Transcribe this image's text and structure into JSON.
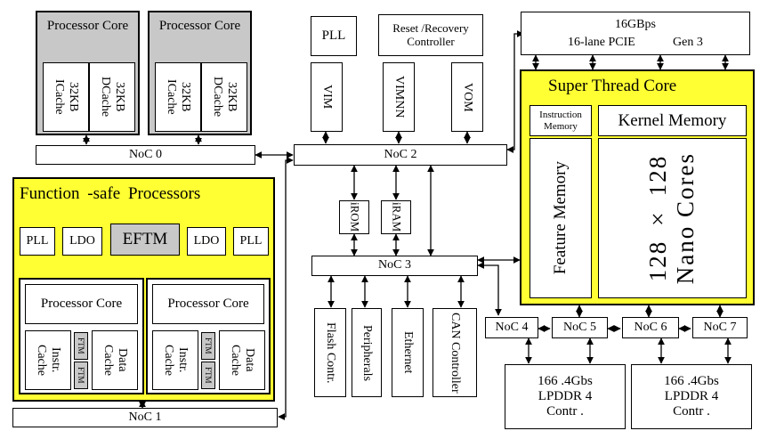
{
  "cpu": {
    "title": "Processor Core",
    "icache": "32KB ICache",
    "dcache": "32KB DCache"
  },
  "noc": {
    "n0": "NoC 0",
    "n1": "NoC 1",
    "n2": "NoC 2",
    "n3": "NoC 3",
    "n4": "NoC 4",
    "n5": "NoC 5",
    "n6": "NoC 6",
    "n7": "NoC 7"
  },
  "top_mid": {
    "pll": "PLL",
    "reset": "Reset /Recovery Controller",
    "vim": "VIM",
    "vimnn": "VIMNN",
    "vom": "VOM"
  },
  "pcie": {
    "line1": "16GBps",
    "line2": "16-lane PCIE",
    "line3": "Gen 3"
  },
  "stc": {
    "title": "Super Thread Core",
    "instr_mem": "Instruction Memory",
    "kernel_mem": "Kernel Memory",
    "feature_mem": "Feature Memory",
    "nano_line1": "128 × 128",
    "nano_line2": "Nano Cores"
  },
  "fsp": {
    "title": "Function -safe Processors",
    "pll": "PLL",
    "ldo": "LDO",
    "eftm": "EFTM",
    "core_title": "Processor Core",
    "instr_cache": "Instr. Cache",
    "data_cache": "Data Cache",
    "ftm": "FTM"
  },
  "mem": {
    "irom": "iROM",
    "iram": "iRAM"
  },
  "periph": {
    "flash": "Flash Contr.",
    "peripherals": "Peripherals",
    "ethernet": "Ethernet",
    "can": "CAN Controller"
  },
  "lpddr": {
    "line1": "166 .4Gbs",
    "line2": "LPDDR 4",
    "line3": "Contr ."
  }
}
